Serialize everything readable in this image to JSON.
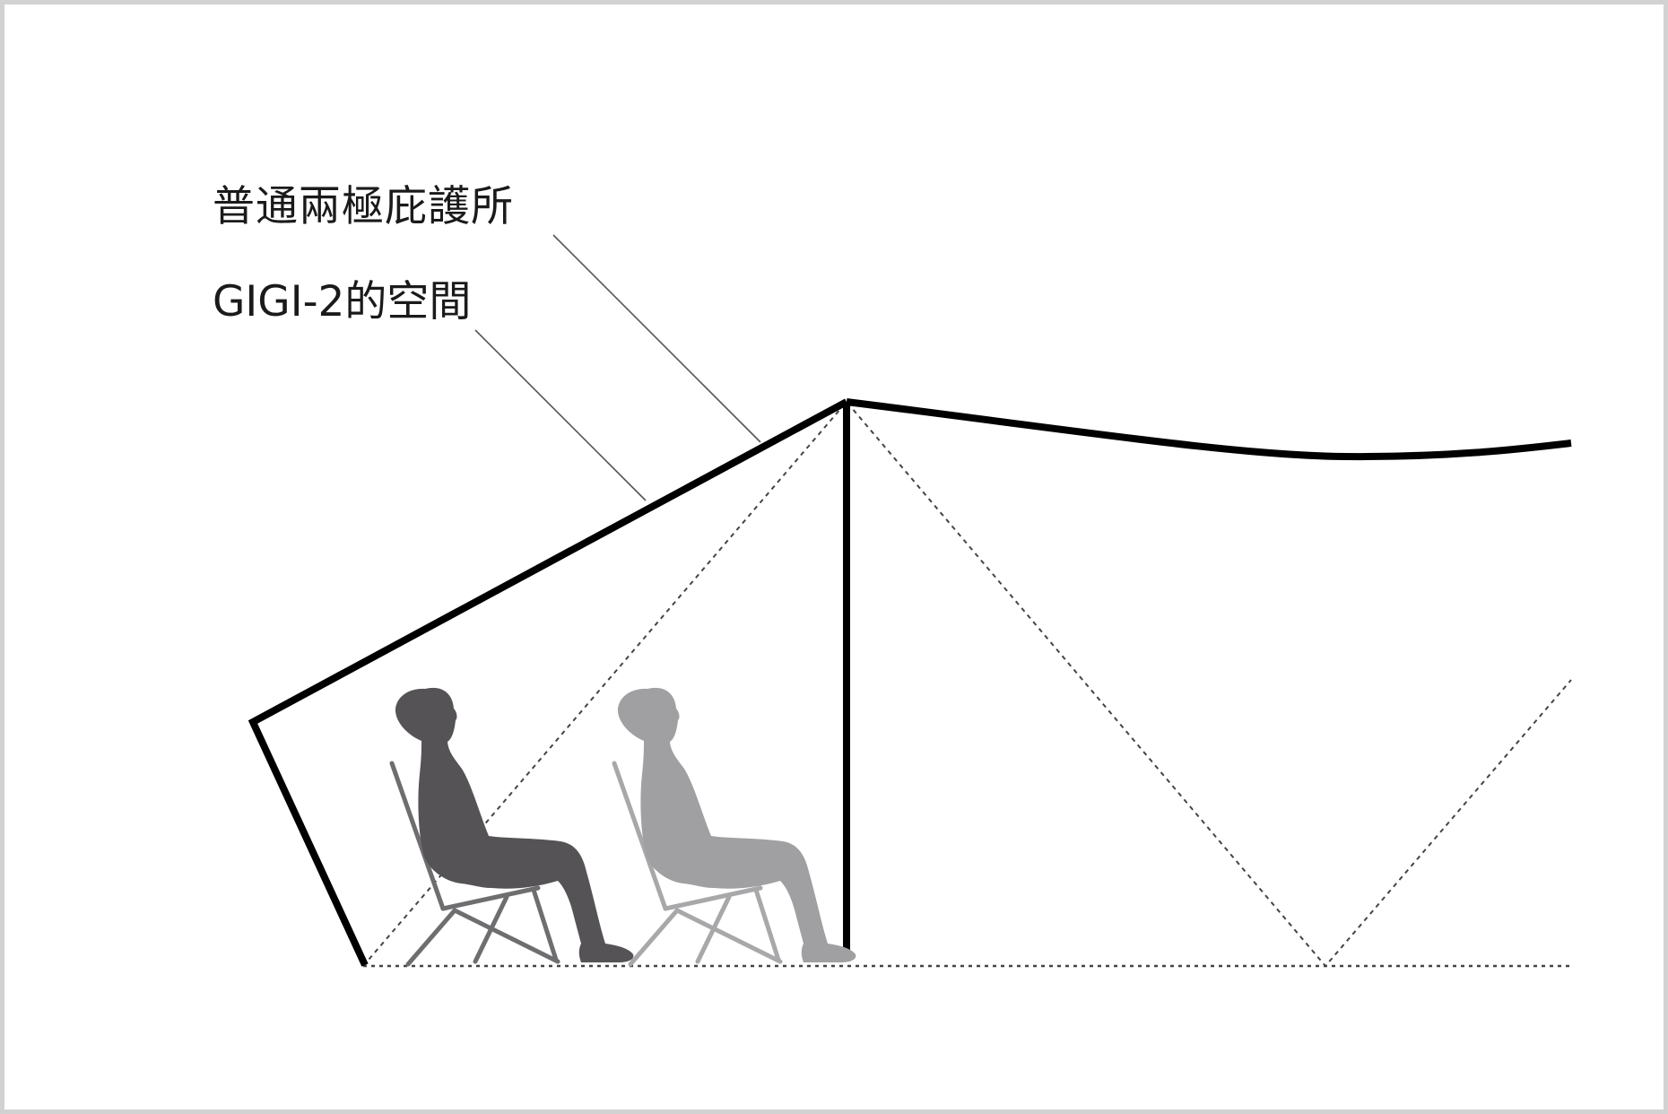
{
  "labels": {
    "standard_shelter": "普通兩極庇護所",
    "gigi_space": "GIGI-2的空間"
  },
  "colors": {
    "frame_border": "#d2d2d2",
    "tent_line": "#000000",
    "leader_line": "#555555",
    "dotted_line": "#444444",
    "person_dark": "#555356",
    "person_light": "#a0a0a2",
    "chair_dark": "#6e6e70",
    "chair_light": "#a8a8aa"
  },
  "figures": [
    {
      "name": "seated-person-dark",
      "tone": "dark"
    },
    {
      "name": "seated-person-light",
      "tone": "light"
    }
  ]
}
